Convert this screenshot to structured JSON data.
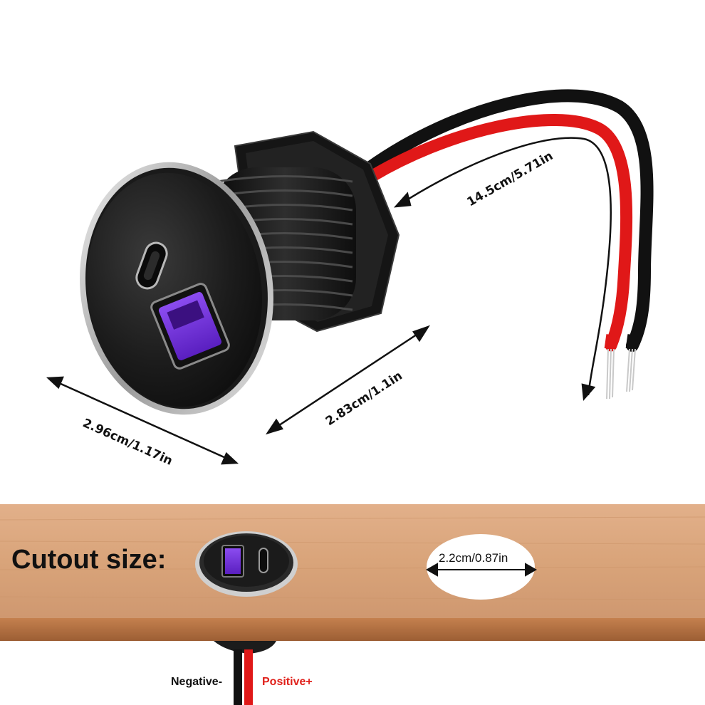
{
  "dimensions": {
    "wire_length": "14.5cm/5.71in",
    "thread_length": "2.83cm/1.1in",
    "face_diameter": "2.96cm/1.17in"
  },
  "cutout": {
    "title": "Cutout size:",
    "size": "2.2cm/0.87in"
  },
  "polarity": {
    "negative": "Negative-",
    "positive": "Positive+"
  },
  "colors": {
    "usb_a_accent": "#6a2bd9",
    "wood": "#d9a47a",
    "wood_edge": "#b8764a",
    "wire_red": "#e01818",
    "wire_black": "#111111",
    "positive_label": "#e0201a"
  },
  "icons": {
    "usb_c_port": "usb-c-port-icon",
    "usb_a_port": "usb-a-port-icon"
  }
}
